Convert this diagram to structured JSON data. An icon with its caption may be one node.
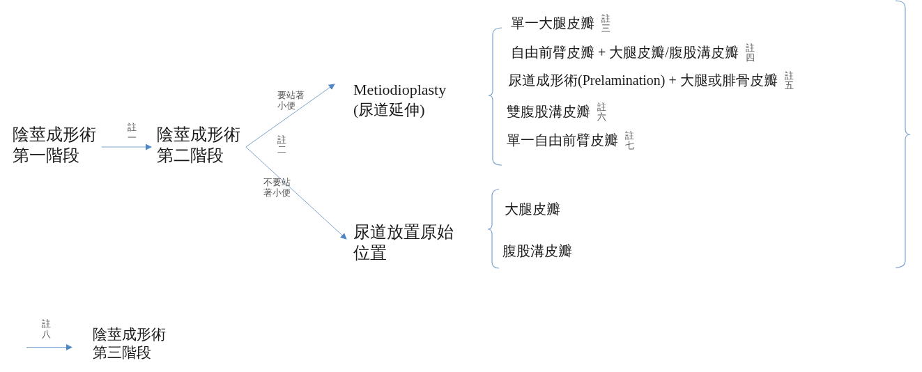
{
  "diagram": {
    "nodes": [
      {
        "text": [
          "陰莖成形術第一階段"
        ]
      },
      {
        "text": [
          "陰莖成形術第二階段"
        ]
      },
      {
        "text": [
          "Metiodioplasty (尿道延伸)"
        ]
      },
      {
        "text": [
          "尿道放置原始位置"
        ]
      },
      {
        "text": [
          "單一大腿皮瓣"
        ],
        "beside": [
          "註三"
        ]
      },
      {
        "text": [
          "自由前臂皮瓣 + 大腿皮瓣/腹股溝皮瓣"
        ],
        "beside": [
          "註四"
        ]
      },
      {
        "text": [
          "尿道成形術(Prelamination) + 大腿或腓骨皮瓣"
        ],
        "beside": [
          "註五"
        ]
      },
      {
        "text": [
          "雙腹股溝皮瓣"
        ],
        "beside": [
          "註六"
        ]
      },
      {
        "text": [
          "單一自由前臂皮瓣"
        ],
        "beside": [
          "註七"
        ]
      },
      {
        "text": [
          "大腿皮瓣"
        ]
      },
      {
        "text": [
          "腹股溝皮瓣"
        ]
      },
      {
        "text": [
          "陰莖成形術第三階段"
        ]
      }
    ],
    "edges": [
      {
        "from": 0,
        "to": 1,
        "arrow": "to",
        "label": "註一"
      },
      {
        "from": 1,
        "to": 2,
        "arrow": "to",
        "label": "要站著小便"
      },
      {
        "from": 1,
        "to": 3,
        "arrow": "to",
        "label": "不要站著小便"
      },
      {
        "from": null,
        "to": 11,
        "arrow": "to",
        "label": "註八"
      }
    ],
    "labels": [
      "註二"
    ]
  }
}
